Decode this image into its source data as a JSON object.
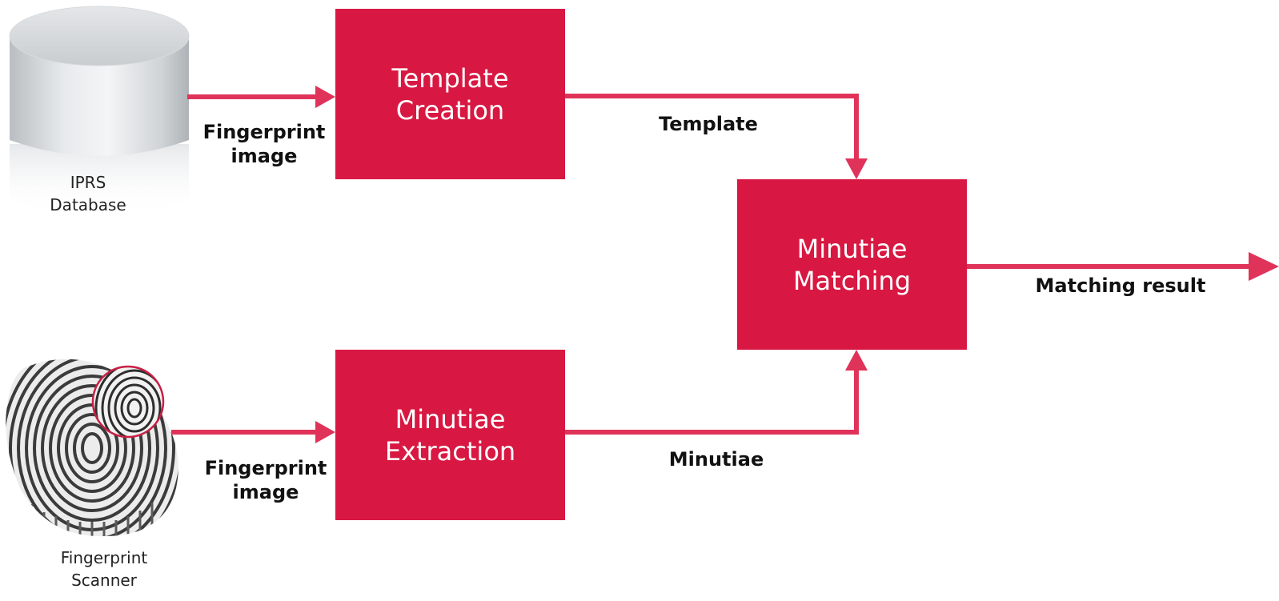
{
  "colors": {
    "process_box": "#d81842",
    "arrow": "#e0335a",
    "text": "#111111"
  },
  "sources": {
    "database": {
      "icon": "database-cylinder-icon",
      "caption": "IPRS\nDatabase"
    },
    "scanner": {
      "icon": "fingerprint-icon",
      "caption": "Fingerprint\nScanner"
    }
  },
  "processes": {
    "template_creation": "Template\nCreation",
    "minutiae_extraction": "Minutiae\nExtraction",
    "minutiae_matching": "Minutiae\nMatching"
  },
  "edges": {
    "db_to_template": "Fingerprint\nimage",
    "scanner_to_extraction": "Fingerprint\nimage",
    "template_to_matching": "Template",
    "extraction_to_matching": "Minutiae",
    "matching_output": "Matching result"
  }
}
